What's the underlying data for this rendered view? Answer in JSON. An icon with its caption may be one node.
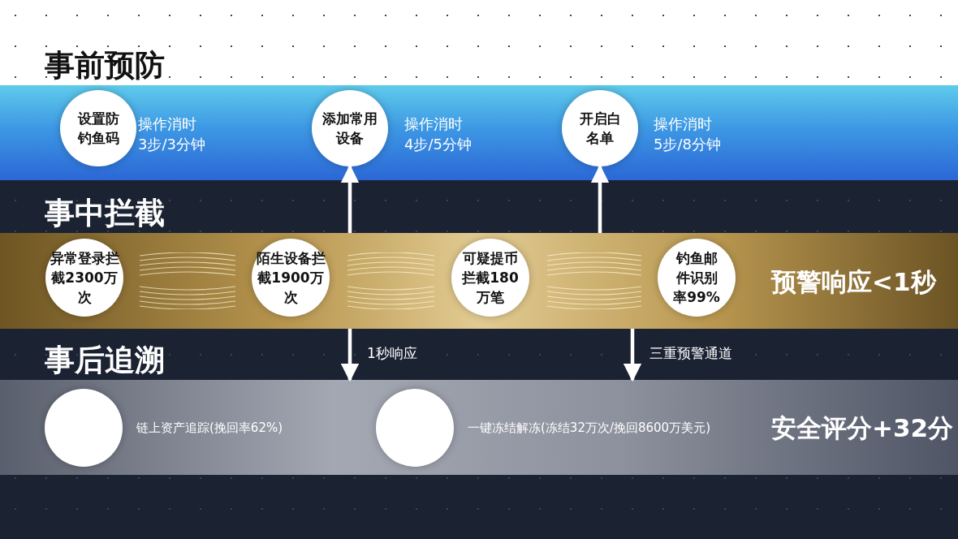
{
  "diagram": {
    "nodes": [
      {
        "text": [
          "事前预防"
        ]
      },
      {
        "text": [
          "设置防钓鱼码"
        ],
        "in": 0,
        "beside": [
          "操作消时",
          "3步/3分钟"
        ]
      },
      {
        "text": [
          "添加常用设备"
        ],
        "in": 0,
        "beside": [
          "操作消时",
          "4步/5分钟"
        ]
      },
      {
        "text": [
          "开启白名单"
        ],
        "in": 0,
        "beside": [
          "操作消时",
          "5步/8分钟"
        ]
      },
      {
        "text": [
          "事中拦截",
          "预警响应<1秒"
        ]
      },
      {
        "text": [
          "异常登录拦截2300万次"
        ],
        "in": 4
      },
      {
        "text": [
          "陌生设备拦截1900万次"
        ],
        "in": 4
      },
      {
        "text": [
          "可疑提币拦截180万笔"
        ],
        "in": 4
      },
      {
        "text": [
          "钓鱼邮件识别率99%"
        ],
        "in": 4
      },
      {
        "text": [
          "事后追溯",
          "安全评分+32分"
        ]
      },
      {
        "text": [],
        "shape": "circle",
        "in": 9,
        "beside": [
          "链上资产追踪(挽回率62%)"
        ]
      },
      {
        "text": [],
        "shape": "circle",
        "in": 9,
        "beside": [
          "一键冻结解冻(冻结32万次/挽回8600万美元)"
        ]
      }
    ],
    "edges": [
      {
        "from": 4,
        "to": 2,
        "arrow": "to"
      },
      {
        "from": 4,
        "to": 3,
        "arrow": "to"
      },
      {
        "from": 4,
        "to": 9,
        "arrow": "to",
        "label": "1秒响应"
      },
      {
        "from": 4,
        "to": 9,
        "arrow": "to",
        "label": "三重预警通道"
      }
    ]
  }
}
